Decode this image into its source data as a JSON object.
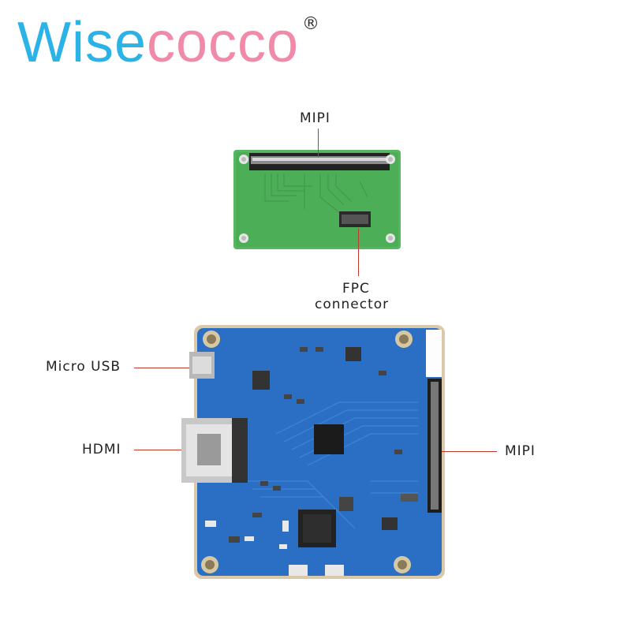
{
  "logo": {
    "text_part1": "Wise",
    "text_part2": "cocco",
    "registered": "®",
    "color_blue": "#2bb3e8",
    "color_pink": "#f08aa8"
  },
  "labels": {
    "adapter_mipi": "MIPI",
    "fpc_line1": "FPC",
    "fpc_line2": "connector",
    "micro_usb": "Micro USB",
    "hdmi": "HDMI",
    "main_mipi": "MIPI"
  },
  "colors": {
    "adapter_pcb": "#4fb35a",
    "main_pcb": "#2a6fc4",
    "leader": "#c0392b"
  }
}
